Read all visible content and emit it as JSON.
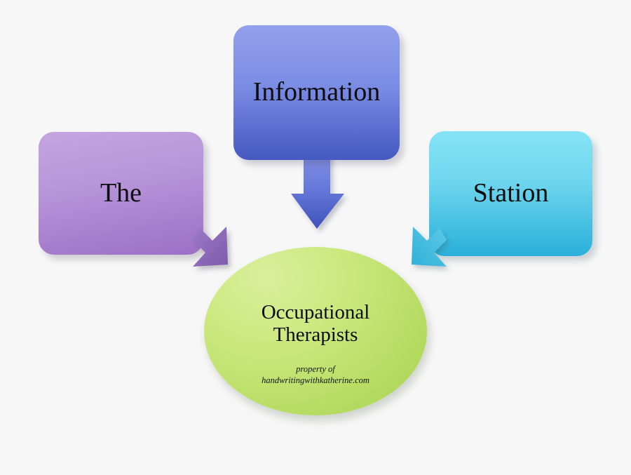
{
  "diagram": {
    "title_words": [
      "The",
      "Information",
      "Station"
    ],
    "background_color": "#f7f7f7",
    "nodes": {
      "left_box": {
        "label": "The",
        "shape": "rounded-rectangle",
        "fill_top": "#c4a5e0",
        "fill_bottom": "#9c6fc4"
      },
      "top_box": {
        "label": "Information",
        "shape": "rounded-rectangle",
        "fill_top": "#93a0ec",
        "fill_bottom": "#4558c0"
      },
      "right_box": {
        "label": "Station",
        "shape": "rounded-rectangle",
        "fill_top": "#86e3f5",
        "fill_bottom": "#2ab0da"
      },
      "center_ellipse": {
        "label_line1": "Occupational",
        "label_line2": "Therapists",
        "shape": "ellipse",
        "fill_light": "#d9ef9a",
        "fill_dark": "#a4d24f",
        "watermark_line1": "property of",
        "watermark_line2": "handwritingwithkatherine.com"
      }
    },
    "arrows": {
      "from_top_box": {
        "name": "down-arrow",
        "direction": "down",
        "color_top": "#8493e8",
        "color_bottom": "#3f51bb"
      },
      "from_left_box": {
        "name": "diagonal-arrow-down-right",
        "direction": "down-right",
        "color": "#8a66b6"
      },
      "from_right_box": {
        "name": "diagonal-arrow-down-left",
        "direction": "down-left",
        "color": "#35b3db"
      }
    }
  }
}
